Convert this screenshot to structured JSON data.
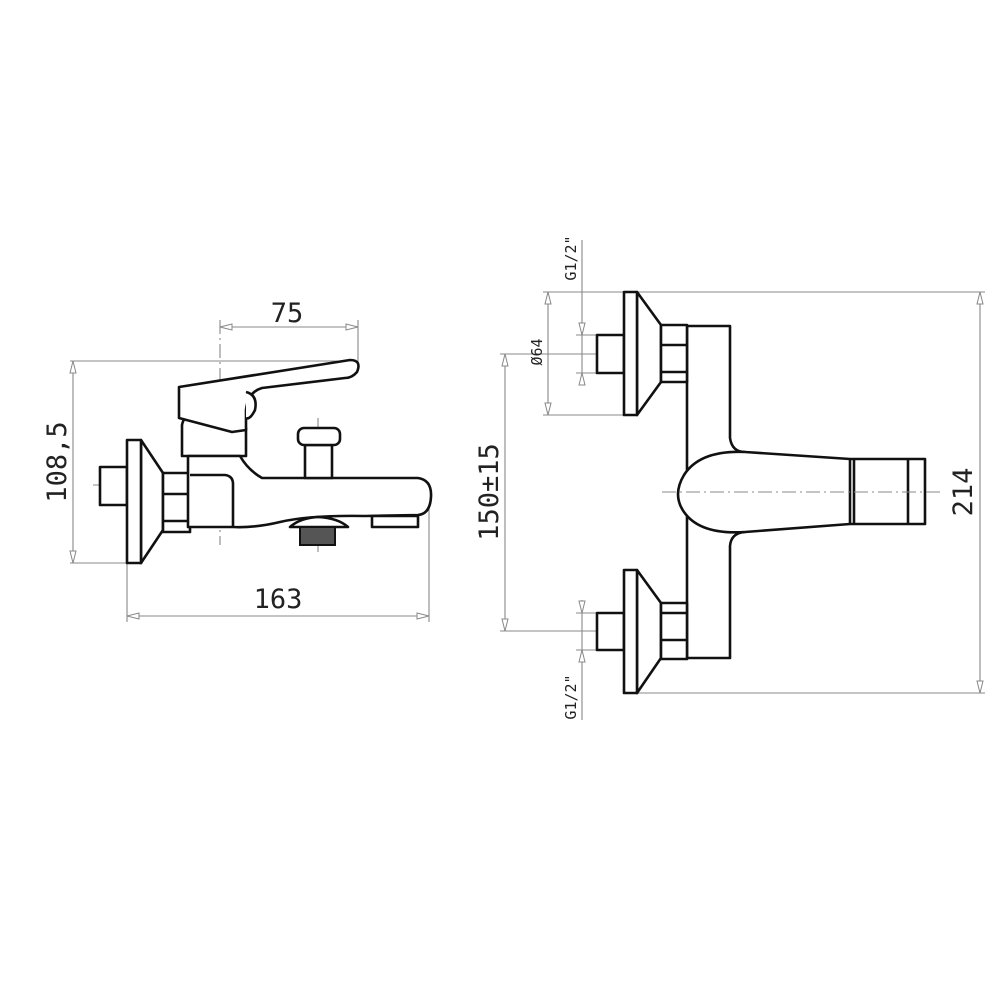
{
  "side_view": {
    "dim_lever_reach": "75",
    "dim_height": "108,5",
    "dim_length": "163"
  },
  "front_view": {
    "thread_top": "G1/2\"",
    "thread_bottom": "G1/2\"",
    "dim_flange_diameter": "Ø64",
    "dim_centers": "150±15",
    "dim_total_height": "214"
  },
  "colors": {
    "line": "#111111",
    "dimension": "#888888"
  }
}
